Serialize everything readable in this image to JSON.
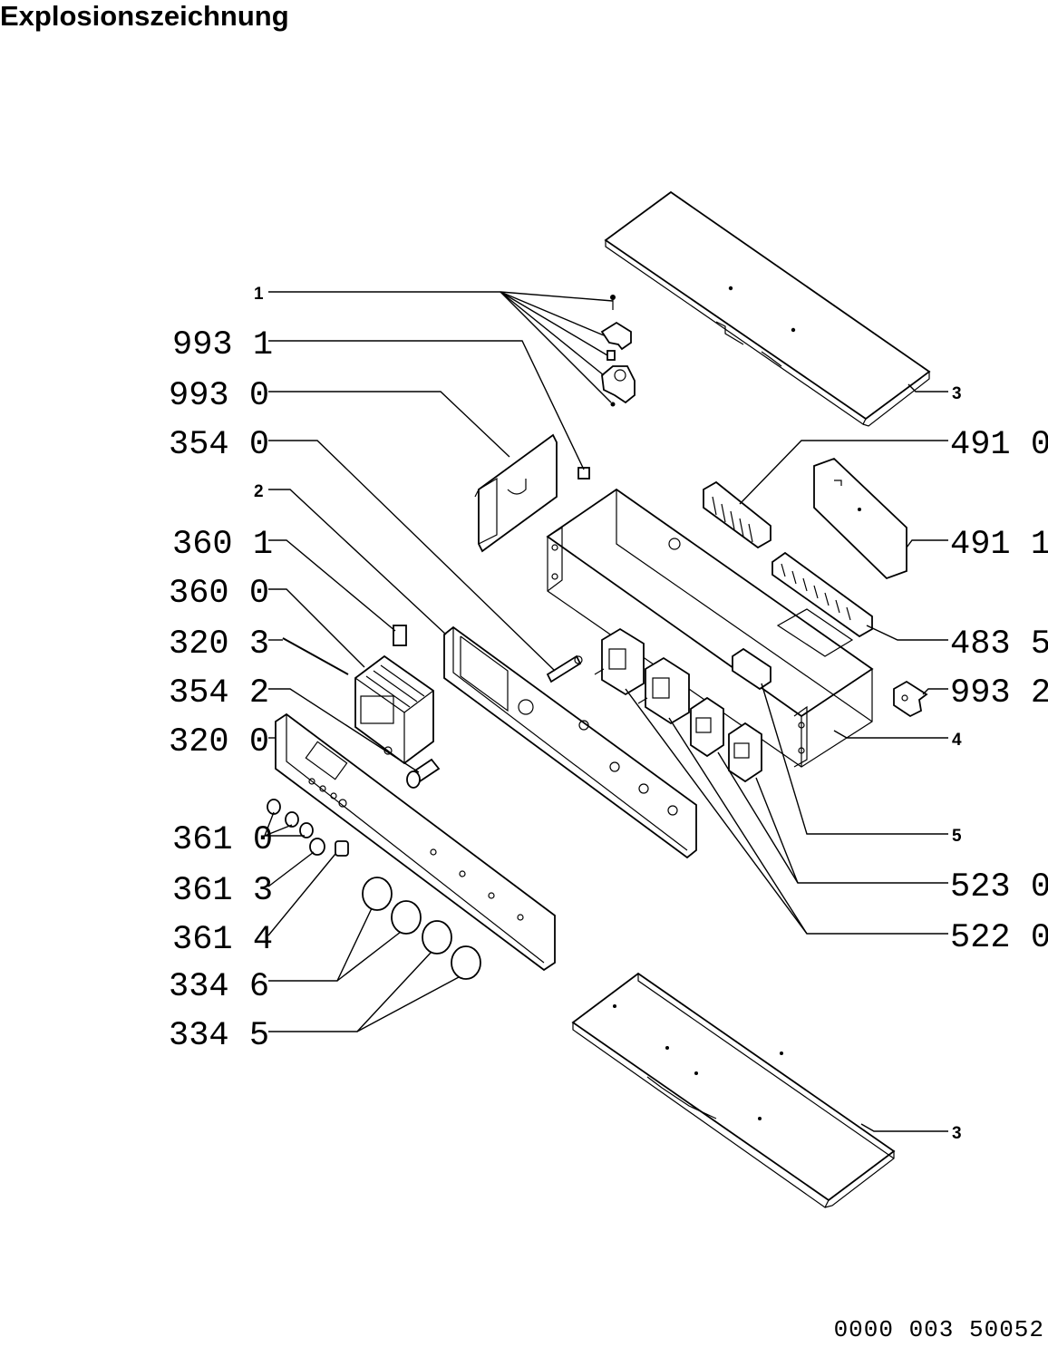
{
  "title": "Explosionszeichnung",
  "document_number": "0000 003 50052",
  "labels_left": [
    {
      "id": "lbl-1",
      "text": "1",
      "size": "small"
    },
    {
      "id": "lbl-993-1",
      "text": "993 1",
      "size": "big"
    },
    {
      "id": "lbl-993-0",
      "text": "993 0",
      "size": "big"
    },
    {
      "id": "lbl-354-0",
      "text": "354 0",
      "size": "big"
    },
    {
      "id": "lbl-2",
      "text": "2",
      "size": "small"
    },
    {
      "id": "lbl-360-1",
      "text": "360 1",
      "size": "big"
    },
    {
      "id": "lbl-360-0",
      "text": "360 0",
      "size": "big"
    },
    {
      "id": "lbl-320-3",
      "text": "320 3",
      "size": "big"
    },
    {
      "id": "lbl-354-2",
      "text": "354 2",
      "size": "big"
    },
    {
      "id": "lbl-320-0",
      "text": "320 0",
      "size": "big"
    },
    {
      "id": "lbl-361-0",
      "text": "361 0",
      "size": "big"
    },
    {
      "id": "lbl-361-3",
      "text": "361 3",
      "size": "big"
    },
    {
      "id": "lbl-361-4",
      "text": "361 4",
      "size": "big"
    },
    {
      "id": "lbl-334-6",
      "text": "334 6",
      "size": "big"
    },
    {
      "id": "lbl-334-5",
      "text": "334 5",
      "size": "big"
    }
  ],
  "labels_right": [
    {
      "id": "lbl-3-top",
      "text": "3",
      "size": "small"
    },
    {
      "id": "lbl-491-0",
      "text": "491 0",
      "size": "big"
    },
    {
      "id": "lbl-491-1",
      "text": "491 1",
      "size": "big"
    },
    {
      "id": "lbl-483-5",
      "text": "483 5",
      "size": "big"
    },
    {
      "id": "lbl-993-2",
      "text": "993 2",
      "size": "big"
    },
    {
      "id": "lbl-4",
      "text": "4",
      "size": "small"
    },
    {
      "id": "lbl-5",
      "text": "5",
      "size": "small"
    },
    {
      "id": "lbl-523-0",
      "text": "523 0",
      "size": "big"
    },
    {
      "id": "lbl-522-0",
      "text": "522 0",
      "size": "big"
    },
    {
      "id": "lbl-3-bottom",
      "text": "3",
      "size": "small"
    }
  ]
}
